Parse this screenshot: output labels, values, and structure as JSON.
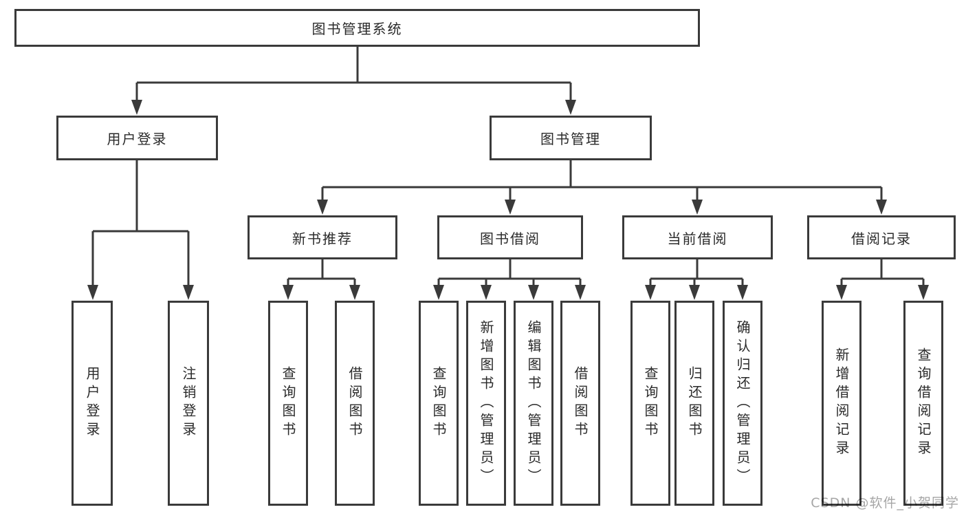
{
  "tree": {
    "root": {
      "label": "图书管理系统"
    },
    "branches": [
      {
        "label": "用户登录",
        "children": [
          {
            "label": "用户登录"
          },
          {
            "label": "注销登录"
          }
        ]
      },
      {
        "label": "图书管理",
        "children": [
          {
            "label": "新书推荐",
            "children": [
              {
                "label": "查询图书"
              },
              {
                "label": "借阅图书"
              }
            ]
          },
          {
            "label": "图书借阅",
            "children": [
              {
                "label": "查询图书"
              },
              {
                "label": "新增图书（管理员）"
              },
              {
                "label": "编辑图书（管理员）"
              },
              {
                "label": "借阅图书"
              }
            ]
          },
          {
            "label": "当前借阅",
            "children": [
              {
                "label": "查询图书"
              },
              {
                "label": "归还图书"
              },
              {
                "label": "确认归还（管理员）"
              }
            ]
          },
          {
            "label": "借阅记录",
            "children": [
              {
                "label": "新增借阅记录"
              },
              {
                "label": "查询借阅记录"
              }
            ]
          }
        ]
      }
    ]
  },
  "watermark": {
    "text": "CSDN @软件_小贺同学"
  },
  "colors": {
    "line": "#3a3a3a",
    "text": "#2a2a2a",
    "box_background": "#ffffff",
    "watermark": "#a6a6a6",
    "page_background": "#ffffff"
  }
}
